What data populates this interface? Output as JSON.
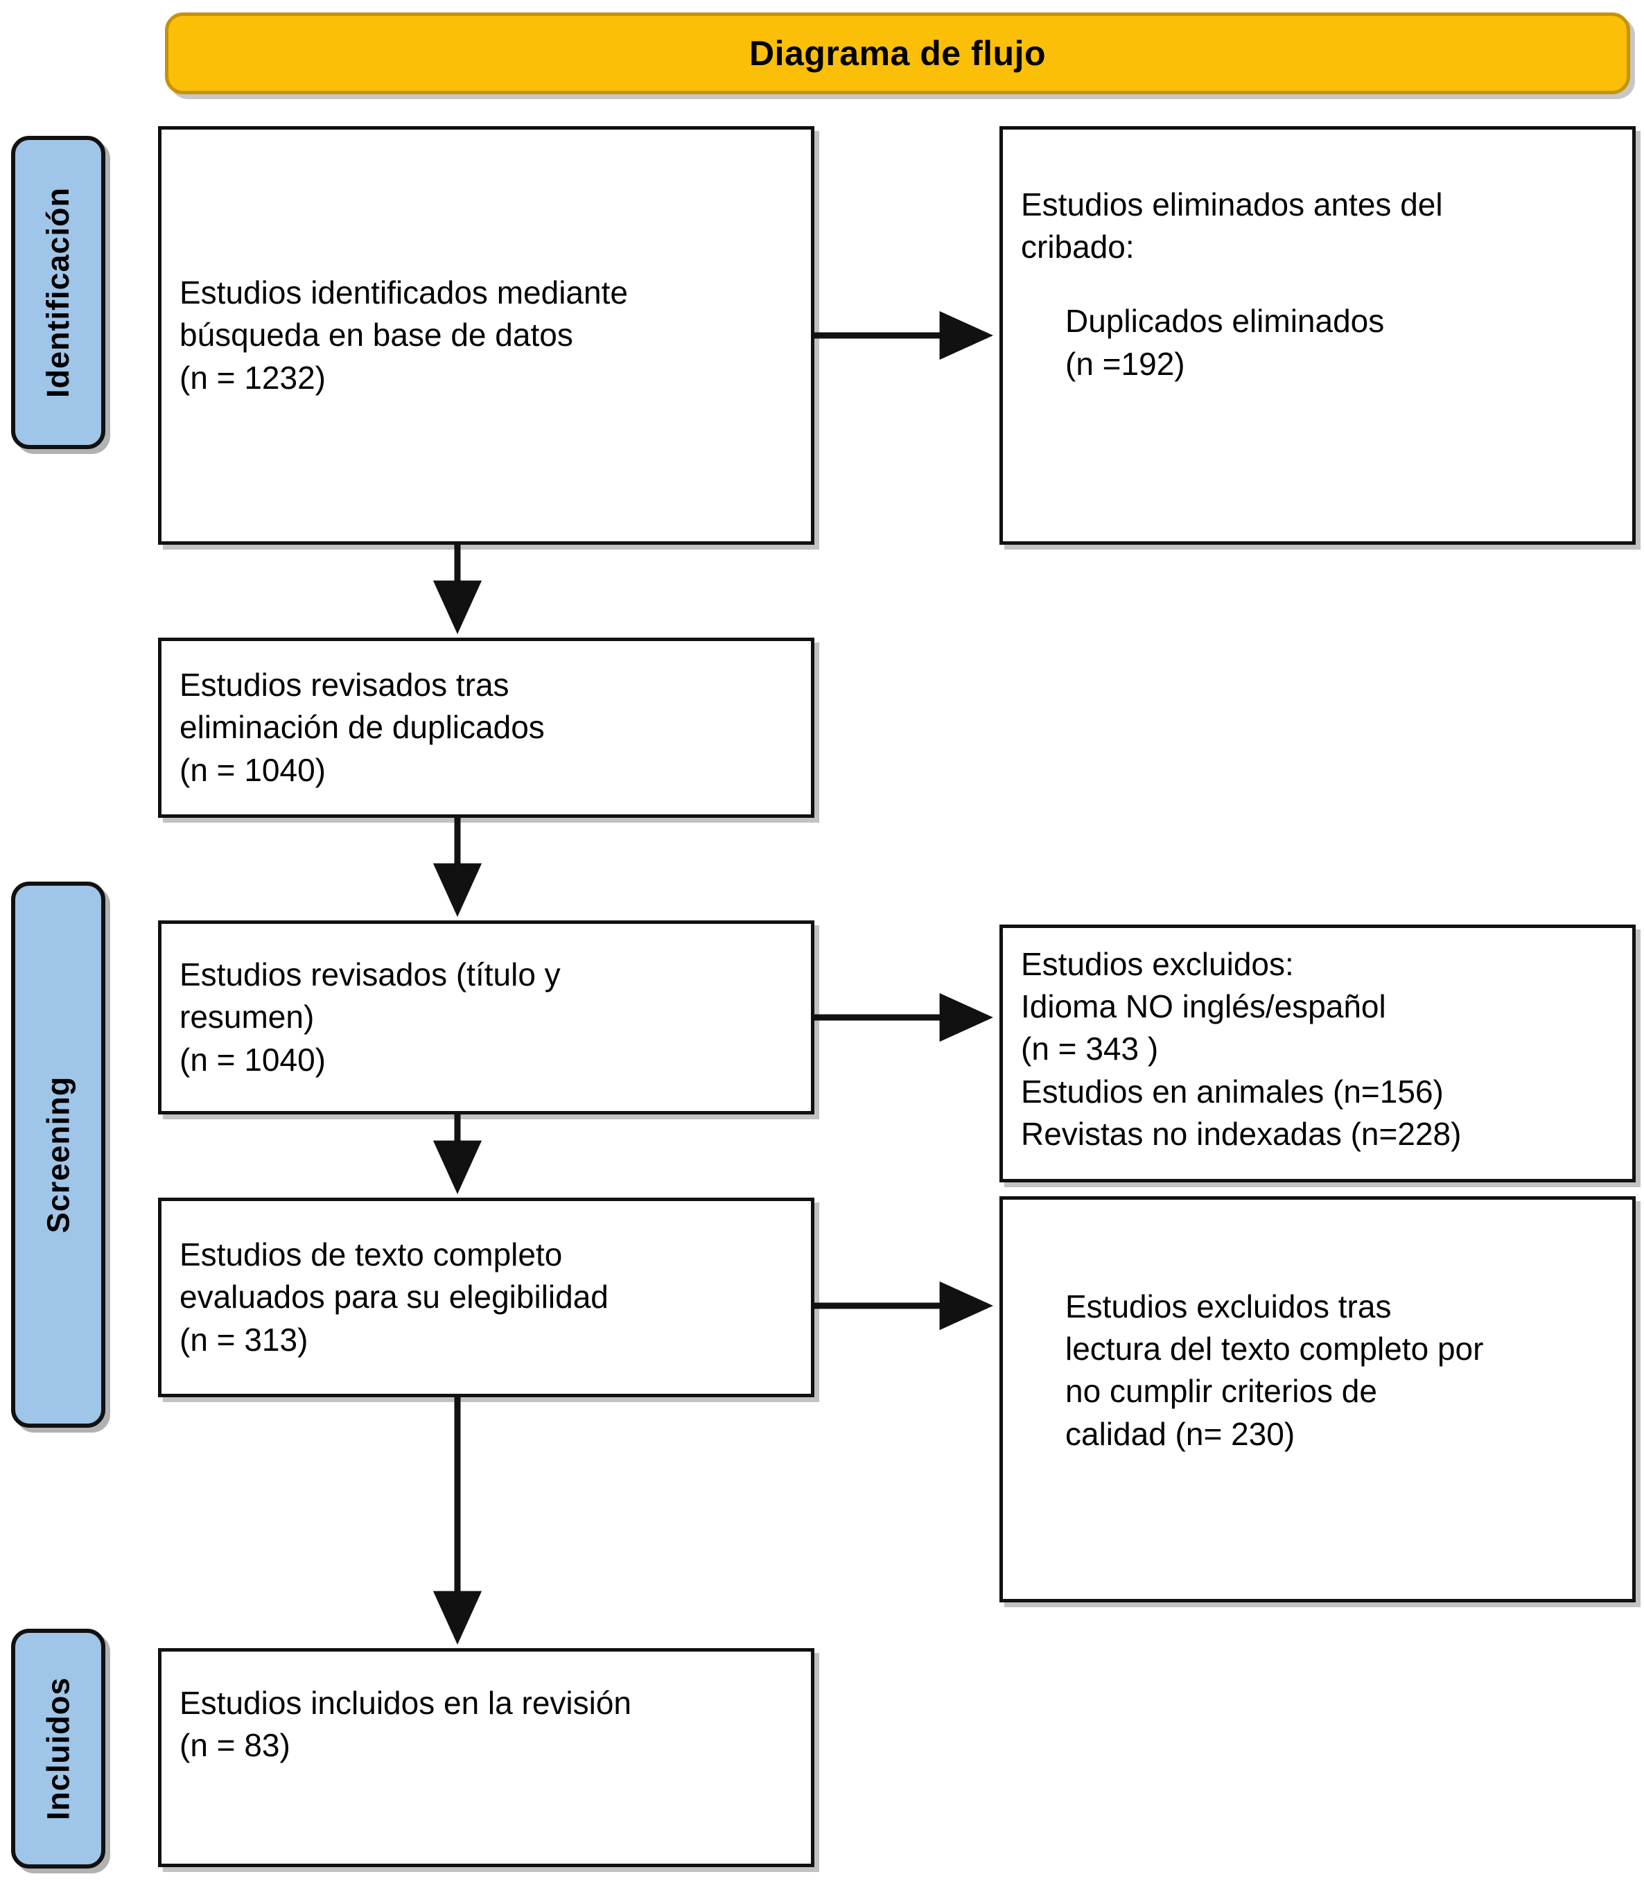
{
  "title": {
    "text": "Diagrama de flujo",
    "background": "#FBBF08",
    "border": "#C79205"
  },
  "stages": [
    {
      "label": "Identificación"
    },
    {
      "label": "Screening"
    },
    {
      "label": "Incluidos"
    }
  ],
  "stage_color": "#9FC5E8",
  "boxes": {
    "identified": {
      "lines": [
        "Estudios identificados mediante",
        "búsqueda en base de datos",
        "(n = 1232)"
      ]
    },
    "removed_before_screening": {
      "lines": [
        "Estudios eliminados antes del",
        "cribado:",
        "",
        "Duplicados eliminados",
        "(n =192)"
      ]
    },
    "after_duplicates": {
      "lines": [
        "Estudios revisados tras",
        "eliminación de duplicados",
        "(n = 1040)"
      ]
    },
    "screened_title_abstract": {
      "lines": [
        "Estudios revisados (título y",
        "resumen)",
        "(n = 1040)"
      ]
    },
    "excluded_screening": {
      "lines": [
        "Estudios excluidos:",
        "Idioma NO inglés/español",
        "(n = 343 )",
        "Estudios en animales (n=156)",
        "Revistas no indexadas (n=228)"
      ]
    },
    "fulltext_assessed": {
      "lines": [
        "Estudios de texto completo",
        "evaluados para su elegibilidad",
        "(n = 313)"
      ]
    },
    "excluded_fulltext": {
      "lines": [
        "Estudios excluidos tras",
        "lectura del texto completo por",
        "no cumplir criterios de",
        "calidad (n= 230)"
      ]
    },
    "included": {
      "lines": [
        "Estudios incluidos en la revisión",
        "(n = 83)"
      ]
    }
  },
  "chart_data": {
    "type": "diagram",
    "title": "Diagrama de flujo",
    "diagram_kind": "PRISMA flow diagram",
    "stages": [
      "Identificación",
      "Screening",
      "Incluidos"
    ],
    "nodes": [
      {
        "id": "identified",
        "stage": "Identificación",
        "label": "Estudios identificados mediante búsqueda en base de datos",
        "n": 1232
      },
      {
        "id": "removed_before_screening",
        "stage": "Identificación",
        "label": "Estudios eliminados antes del cribado: Duplicados eliminados",
        "n": 192
      },
      {
        "id": "after_duplicates",
        "stage": "Identificación",
        "label": "Estudios revisados tras eliminación de duplicados",
        "n": 1040
      },
      {
        "id": "screened_title_abstract",
        "stage": "Screening",
        "label": "Estudios revisados (título y resumen)",
        "n": 1040
      },
      {
        "id": "excluded_screening",
        "stage": "Screening",
        "label": "Estudios excluidos",
        "n": null,
        "reasons": [
          {
            "label": "Idioma NO inglés/español",
            "n": 343
          },
          {
            "label": "Estudios en animales",
            "n": 156
          },
          {
            "label": "Revistas no indexadas",
            "n": 228
          }
        ]
      },
      {
        "id": "fulltext_assessed",
        "stage": "Screening",
        "label": "Estudios de texto completo evaluados para su elegibilidad",
        "n": 313
      },
      {
        "id": "excluded_fulltext",
        "stage": "Screening",
        "label": "Estudios excluidos tras lectura del texto completo por no cumplir criterios de calidad",
        "n": 230
      },
      {
        "id": "included",
        "stage": "Incluidos",
        "label": "Estudios incluidos en la revisión",
        "n": 83
      }
    ],
    "edges": [
      {
        "from": "identified",
        "to": "removed_before_screening",
        "direction": "right"
      },
      {
        "from": "identified",
        "to": "after_duplicates",
        "direction": "down"
      },
      {
        "from": "after_duplicates",
        "to": "screened_title_abstract",
        "direction": "down"
      },
      {
        "from": "screened_title_abstract",
        "to": "excluded_screening",
        "direction": "right"
      },
      {
        "from": "screened_title_abstract",
        "to": "fulltext_assessed",
        "direction": "down"
      },
      {
        "from": "fulltext_assessed",
        "to": "excluded_fulltext",
        "direction": "right"
      },
      {
        "from": "fulltext_assessed",
        "to": "included",
        "direction": "down"
      }
    ]
  }
}
